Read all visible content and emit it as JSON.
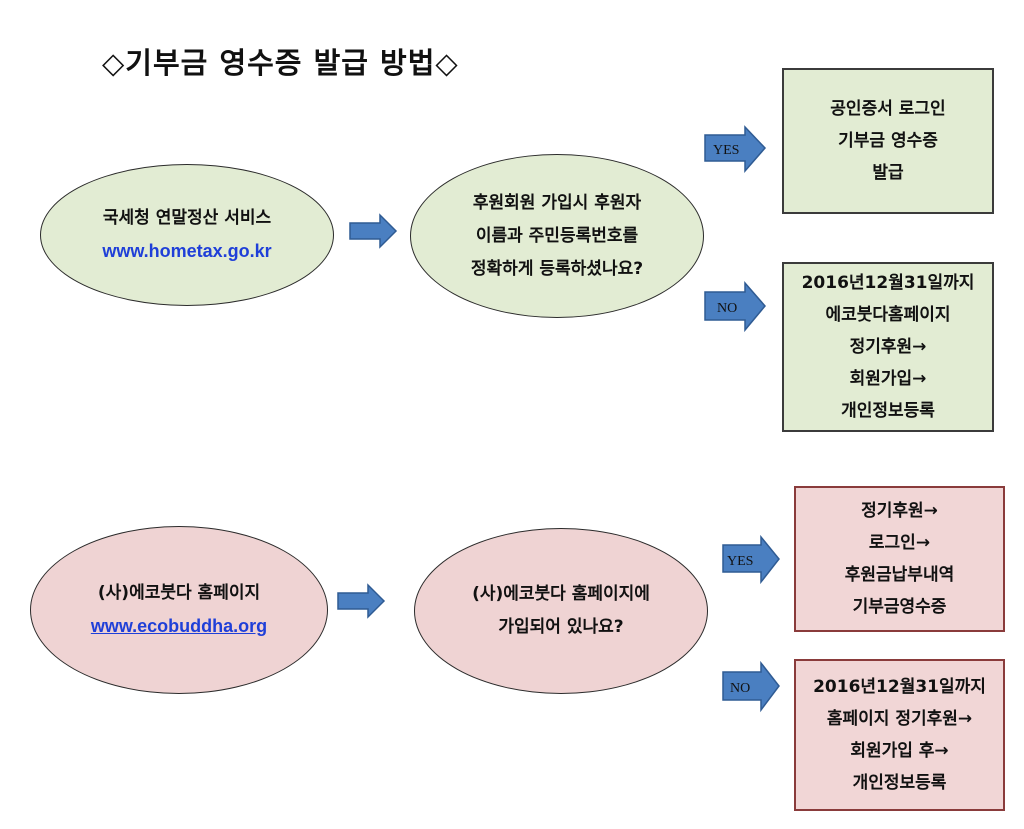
{
  "title": "◇기부금 영수증 발급 방법◇",
  "row1": {
    "start": {
      "line1": "국세청 연말정산 서비스",
      "link": "www.hometax.go.kr"
    },
    "question": {
      "lines": [
        "후원회원 가입시 후원자",
        "이름과 주민등록번호를",
        "정확하게 등록하셨나요?"
      ]
    },
    "yes": {
      "label": "YES",
      "lines": [
        "공인증서 로그인",
        "기부금 영수증",
        "발급"
      ]
    },
    "no": {
      "label": "NO",
      "lines": [
        "2016년12월31일까지",
        "에코붓다홈페이지",
        "정기후원→",
        "회원가입→",
        "개인정보등록"
      ]
    }
  },
  "row2": {
    "start": {
      "line1": "(사)에코붓다 홈페이지",
      "link": "www.ecobuddha.org"
    },
    "question": {
      "lines": [
        "(사)에코붓다 홈페이지에",
        "가입되어 있나요?"
      ]
    },
    "yes": {
      "label": "YES",
      "lines": [
        "정기후원→",
        "로그인→",
        "후원금납부내역",
        "기부금영수증"
      ]
    },
    "no": {
      "label": "NO",
      "lines": [
        "2016년12월31일까지",
        "홈페이지 정기후원→",
        "회원가입 후→",
        "개인정보등록"
      ]
    }
  },
  "colors": {
    "green_fill": "#e2ecd3",
    "pink_fill": "#efd3d3",
    "arrow_blue": "#4a7fc1",
    "link_blue": "#1f3fd8"
  }
}
